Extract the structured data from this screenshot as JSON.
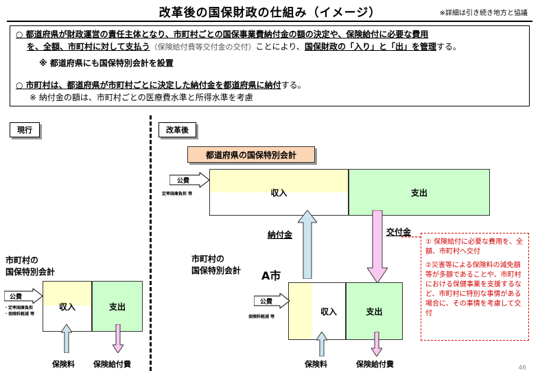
{
  "header": {
    "title": "改革後の国保財政の仕組み（イメージ）",
    "note": "※詳細は引き続き地方と協議"
  },
  "summary": {
    "bullet1_a": "○ 都道府県が財政運営の責任主体となり、市町村ごとの国保事業費納付金の額の決定や、保険給付に必要な費用",
    "bullet1_b": "を、全額、市町村に対して支払う",
    "bullet1_c": "（保険給付費等交付金の交付）",
    "bullet1_d": "ことにより、",
    "bullet1_e": "国保財政の「入り」と「出」を管理",
    "bullet1_f": "する。",
    "bullet1_note": "※ 都道府県にも国保特別会計を設置",
    "bullet2_a": "○ 市町村は、都道府県が市町村ごとに決定した納付金を都道府県に納付",
    "bullet2_b": "する。",
    "bullet2_note": "※ 納付金の額は、市町村ごとの医療費水準と所得水準を考慮"
  },
  "current": {
    "label": "現行",
    "account_title_1": "市町村の",
    "account_title_2": "国保特別会計",
    "koufu_tag": "公費",
    "small_1": "・定率国庫負担",
    "small_2": "・保険料軽減 等",
    "income": "収入",
    "expense": "支出",
    "premium": "保険料",
    "benefit": "保険給付費"
  },
  "reform": {
    "label": "改革後",
    "pref_account": "都道府県の国保特別会計",
    "pref_koufu_tag": "公費",
    "pref_small": "定率国庫負担 等",
    "pref_income": "収入",
    "pref_expense": "支出",
    "nofukin": "納付金",
    "koufukin": "交付金",
    "city_title_1": "市町村の",
    "city_title_2": "国保特別会計",
    "city_name": "A市",
    "city_koufu_tag": "公費",
    "city_small": "保険料軽減 等",
    "city_income": "収入",
    "city_expense": "支出",
    "premium": "保険料",
    "benefit": "保険給付費"
  },
  "bubble": {
    "item1": "① 保険給付に必要な費用を、全額、市町村へ交付",
    "item2": "②災害等による保険料の減免額等が多額であることや、市町村における保健事業を支援するなど、市町村に特別な事情がある場合に、その事情を考慮して交付"
  },
  "page_number": "46",
  "colors": {
    "accent_red": "#d10000",
    "pref_label_bg": "#fcd5b4",
    "income_yellow": "#ffffcc",
    "expense_green": "#ccffcc",
    "arrow_blue": "#cce6f0",
    "arrow_pink": "#f9c8f0"
  }
}
